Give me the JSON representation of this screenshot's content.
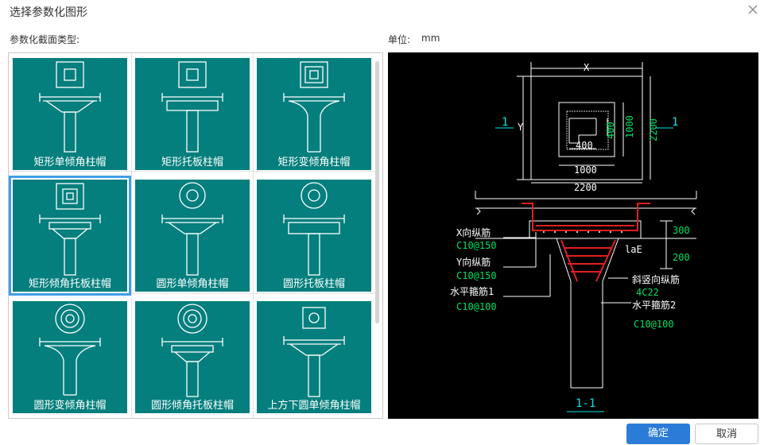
{
  "dialog": {
    "title": "选择参数化图形",
    "section_label": "参数化截面类型:",
    "unit_label": "单位:",
    "unit_value": "mm"
  },
  "tiles": [
    {
      "label": "矩形单倾角柱帽"
    },
    {
      "label": "矩形托板柱帽"
    },
    {
      "label": "矩形变倾角柱帽"
    },
    {
      "label": "矩形倾角托板柱帽",
      "selected": true
    },
    {
      "label": "圆形单倾角柱帽"
    },
    {
      "label": "圆形托板柱帽"
    },
    {
      "label": "圆形变倾角柱帽"
    },
    {
      "label": "圆形倾角托板柱帽"
    },
    {
      "label": "上方下圆单倾角柱帽"
    }
  ],
  "preview": {
    "dims": {
      "x": "X",
      "y": "Y",
      "d400a": "400",
      "d400b": "400",
      "d1000a": "1000",
      "d1000b": "1000",
      "d2200a": "2200",
      "d2200b": "2200",
      "d300": "300",
      "d200": "200"
    },
    "section_mark": "1",
    "section_title": "1-1",
    "annotations": {
      "x_rebar": "X向纵筋",
      "x_rebar_spec": "C10@150",
      "y_rebar": "Y向纵筋",
      "y_rebar_spec": "C10@150",
      "stirrup1": "水平箍筋1",
      "stirrup1_spec": "C10@100",
      "slope_rebar": "斜竖向纵筋",
      "slope_rebar_spec": "4C22",
      "stirrup2": "水平箍筋2",
      "stirrup2_spec": "C10@100",
      "lae": "laE"
    }
  },
  "buttons": {
    "ok": "确定",
    "cancel": "取消"
  },
  "colors": {
    "tile_bg": "#047f7d",
    "selected_border": "#3f9ee8",
    "ok_bg": "#2b7cd8"
  }
}
